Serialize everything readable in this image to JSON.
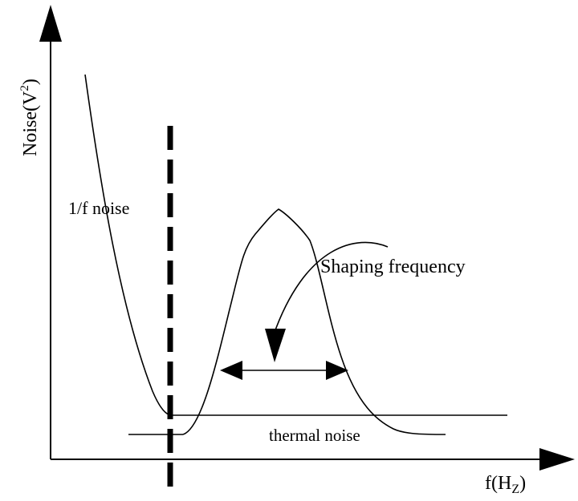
{
  "diagram": {
    "y_axis_label_main": "Noise(V",
    "y_axis_label_sup": "2",
    "y_axis_label_close": ")",
    "x_axis_label": "f(H",
    "x_axis_label_sub": "Z",
    "x_axis_label_close": ")",
    "one_over_f_label": "1/f noise",
    "shaping_label": "Shaping frequency",
    "thermal_label": "thermal noise"
  }
}
